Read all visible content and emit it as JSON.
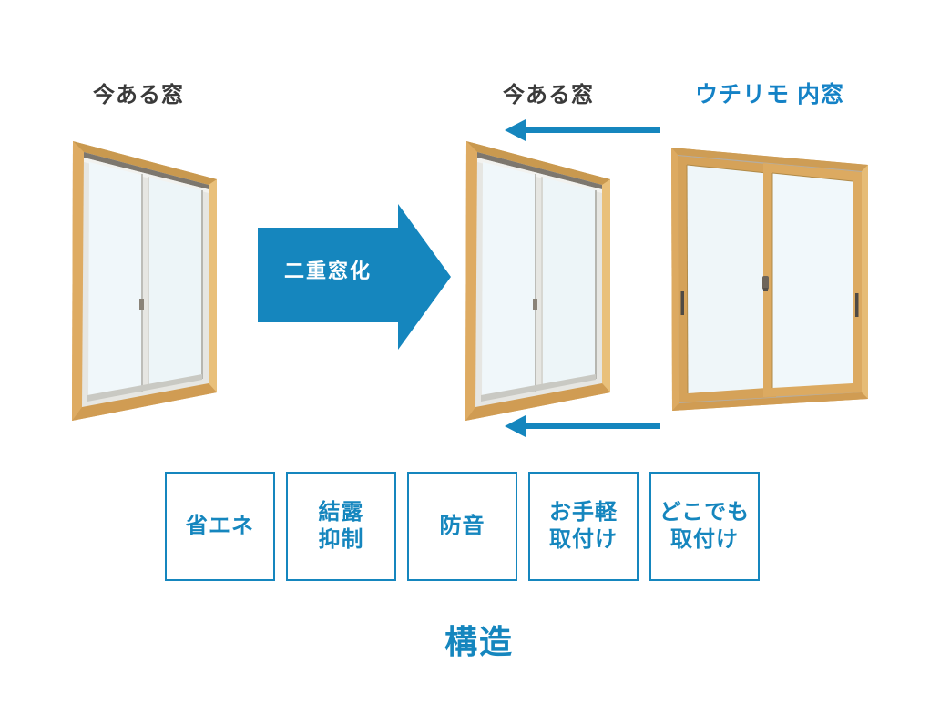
{
  "colors": {
    "accent_blue": "#1586be",
    "label_dark": "#3a3a3a",
    "wood_frame": "#d9a75e",
    "glass": "#f0f7fa"
  },
  "header_labels": {
    "existing_window_left": "今ある窓",
    "existing_window_middle": "今ある窓",
    "inner_window": "ウチリモ 内窓"
  },
  "transform_arrow": {
    "label": "二重窓化"
  },
  "feature_boxes": [
    {
      "label": "省エネ"
    },
    {
      "label": "結露\n抑制"
    },
    {
      "label": "防音"
    },
    {
      "label": "お手軽\n取付け"
    },
    {
      "label": "どこでも\n取付け"
    }
  ],
  "footer": {
    "structure_label": "構造"
  }
}
